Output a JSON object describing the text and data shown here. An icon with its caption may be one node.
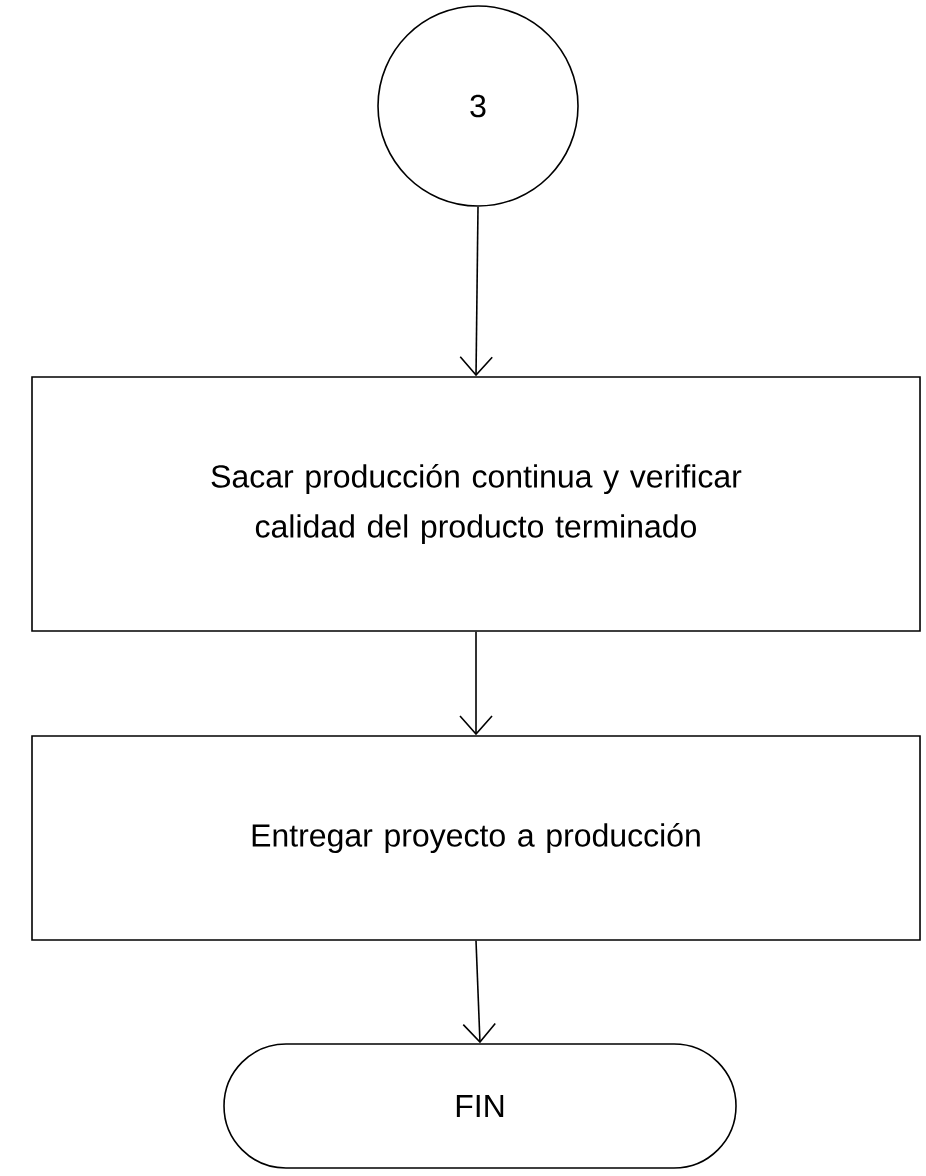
{
  "diagram": {
    "nodes": [
      {
        "text": [
          "3"
        ]
      },
      {
        "text": [
          "Sacar producción continua y verificar calidad del producto terminado"
        ]
      },
      {
        "text": [
          "Entregar proyecto a producción"
        ]
      },
      {
        "text": [
          "FIN"
        ]
      }
    ],
    "edges": [
      {
        "from": 0,
        "to": 1,
        "arrow": "to"
      },
      {
        "from": 1,
        "to": 2,
        "arrow": "to"
      },
      {
        "from": 2,
        "to": 3,
        "arrow": "to"
      }
    ]
  }
}
